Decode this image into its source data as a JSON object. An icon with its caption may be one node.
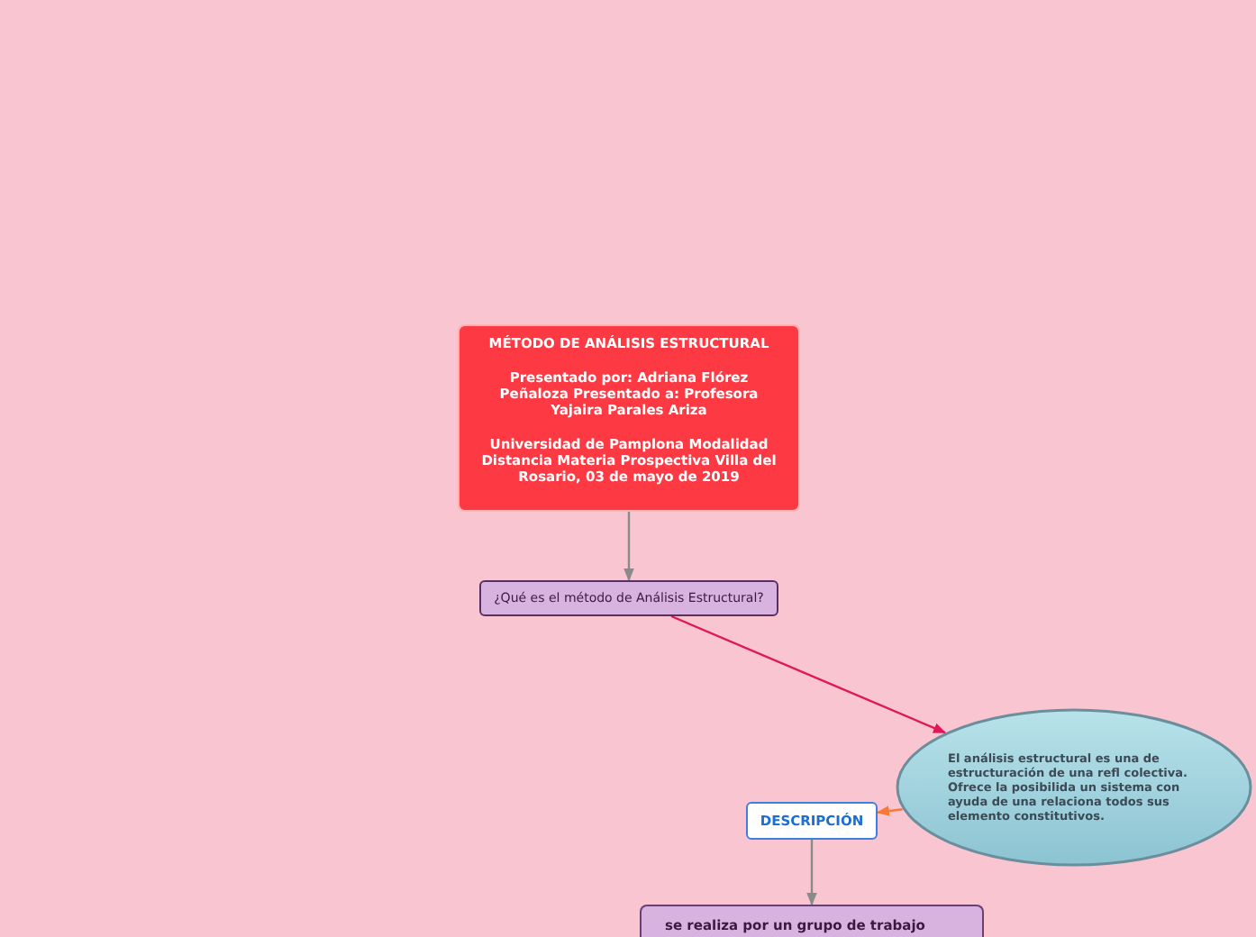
{
  "diagram": {
    "nodes": [
      {
        "text": [
          "MÉTODO DE ANÁLISIS ESTRUCTURAL",
          "Presentado por: Adriana Flórez Peñaloza Presentado a: Profesora Yajaira Parales Ariza",
          "Universidad de Pamplona Modalidad Distancia Materia Prospectiva Villa del Rosario, 03 de mayo de 2019"
        ]
      },
      {
        "text": [
          "¿Qué es el método de Análisis Estructural?"
        ]
      },
      {
        "text": [
          "El análisis estructural es una de estructuración de una refl colectiva. Ofrece la posibilida un sistema con ayuda de una relaciona todos sus elemento constitutivos."
        ]
      },
      {
        "text": [
          "DESCRIPCIÓN"
        ]
      },
      {
        "text": [
          "se realiza por un grupo de trabajo"
        ]
      }
    ],
    "edges": [
      {
        "from": 0,
        "to": 1,
        "arrow": "to"
      },
      {
        "from": 1,
        "to": 2,
        "arrow": "to",
        "color": "#e0185a"
      },
      {
        "from": 2,
        "to": 3,
        "arrow": "to",
        "color": "#f57a3a"
      },
      {
        "from": 3,
        "to": 4,
        "arrow": "to"
      }
    ]
  }
}
